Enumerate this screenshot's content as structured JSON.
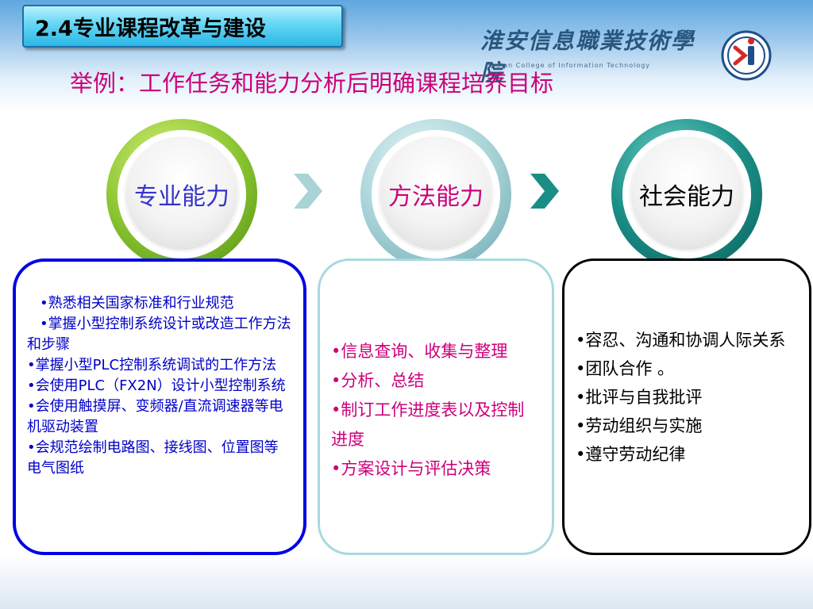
{
  "header": {
    "section_title": "2.4专业课程改革与建设",
    "college_name": "淮安信息職業技術學院",
    "college_name_en": "Huaian College of Information Technology"
  },
  "subtitle": "举例：工作任务和能力分析后明确课程培养目标",
  "competencies": [
    {
      "label": "专业能力",
      "color": "#3333cc"
    },
    {
      "label": "方法能力",
      "color": "#cc007a"
    },
    {
      "label": "社会能力",
      "color": "#000000"
    }
  ],
  "professional_items": [
    "•熟悉相关国家标准和行业规范",
    "•掌握小型控制系统设计或改造工作方法和步骤",
    "•掌握小型PLC控制系统调试的工作方法",
    "•会使用PLC（FX2N）设计小型控制系统",
    "•会使用触摸屏、变频器/直流调速器等电机驱动装置",
    "•会规范绘制电路图、接线图、位置图等电气图纸"
  ],
  "method_items": [
    "•信息查询、收集与整理",
    "•分析、总结",
    "•制订工作进度表以及控制进度",
    "•方案设计与评估决策"
  ],
  "social_items": [
    "•容忍、沟通和协调人际关系",
    "•团队合作 。",
    "•批评与自我批评",
    "•劳动组织与实施",
    "•遵守劳动纪律"
  ],
  "colors": {
    "accent_blue": "#0000e6",
    "accent_magenta": "#cc007a",
    "arrow_light": "#a8d4d8",
    "arrow_dark": "#1a8e86"
  },
  "icons": [
    "chevron-right-icon",
    "college-logo"
  ]
}
